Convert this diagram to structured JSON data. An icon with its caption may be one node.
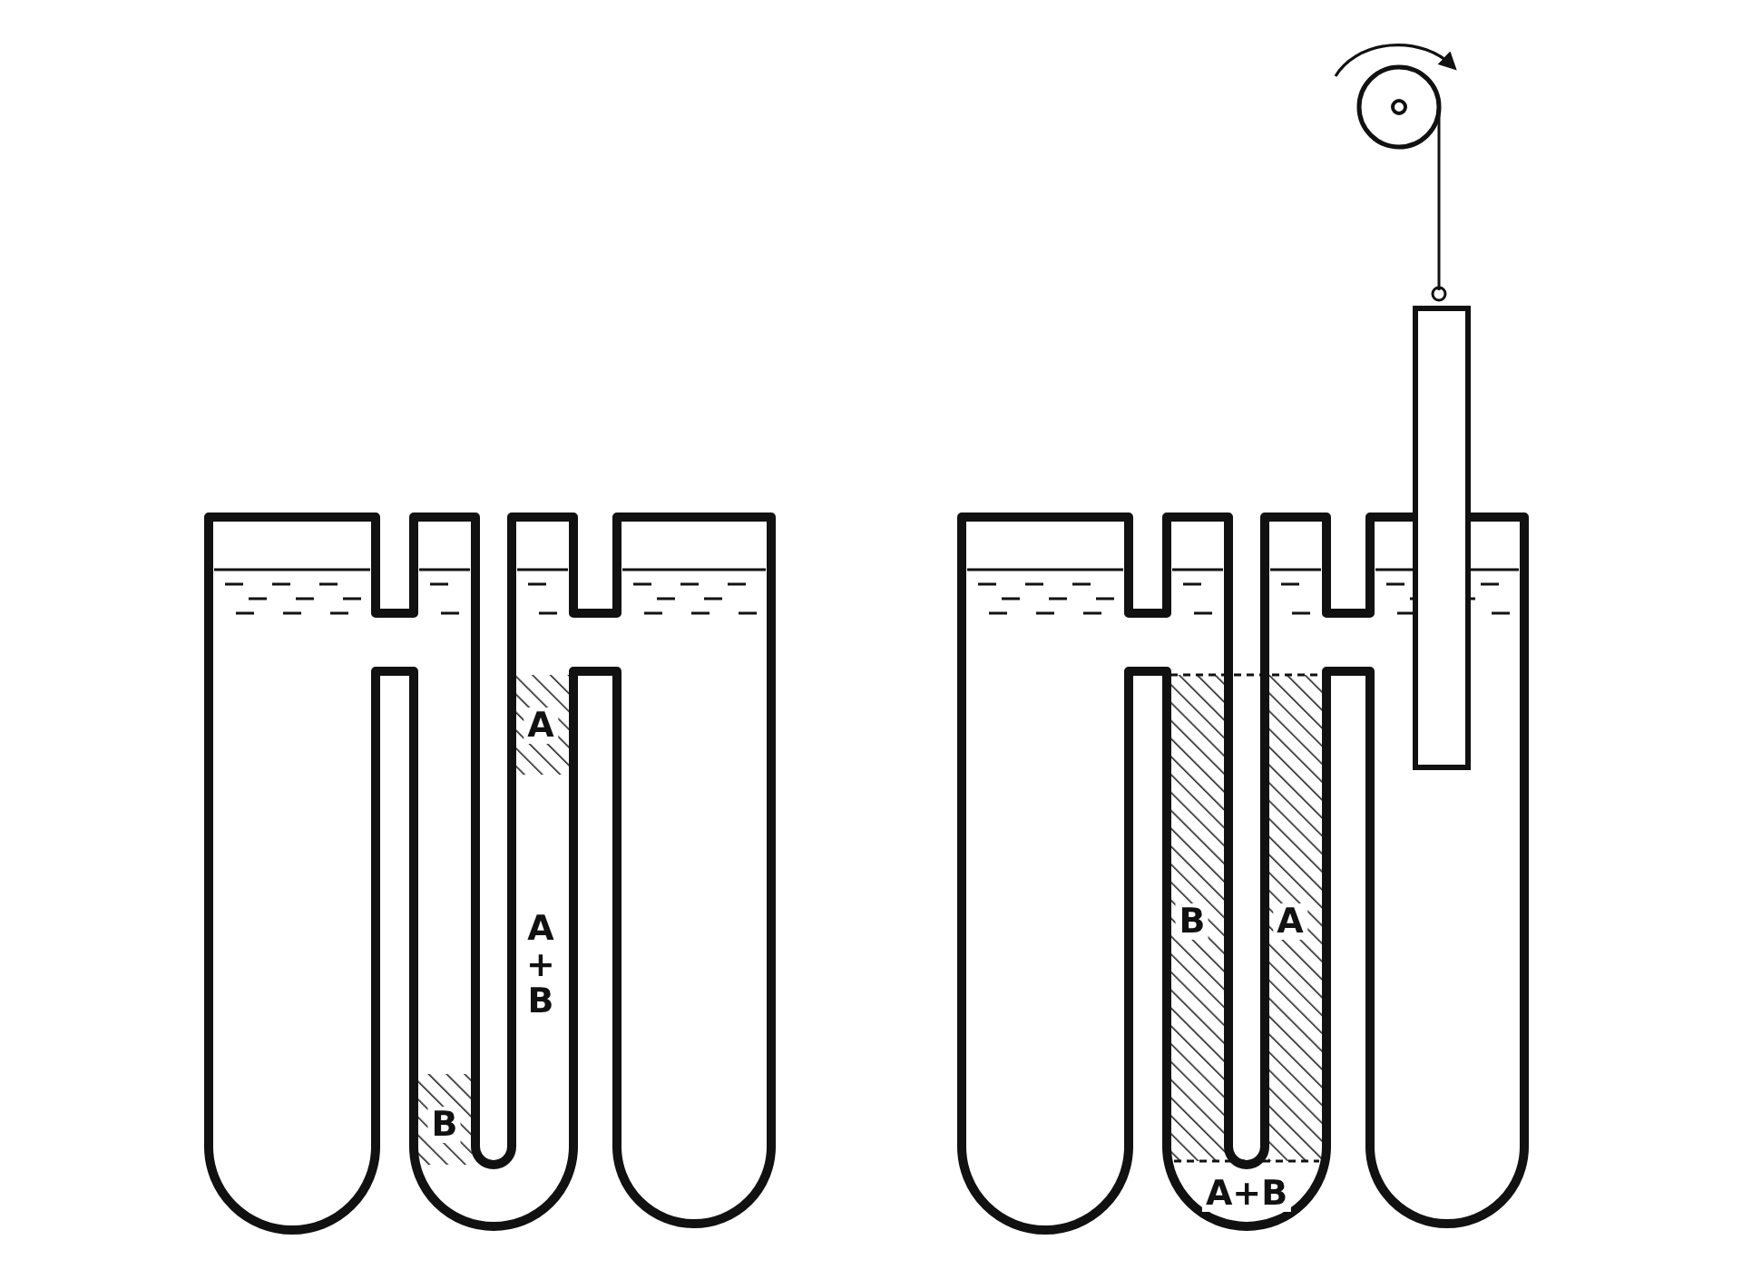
{
  "diagram": {
    "labels": [
      "A",
      "A+B",
      "B",
      "B",
      "A",
      "A+B"
    ]
  }
}
